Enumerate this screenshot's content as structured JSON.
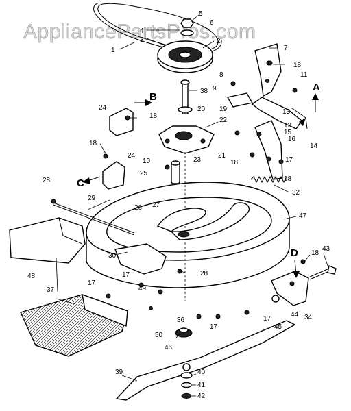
{
  "watermark": "AppliancePartsPros.com",
  "callouts": [
    "1",
    "2",
    "3",
    "4",
    "5",
    "6",
    "7",
    "8",
    "9",
    "10",
    "11",
    "12",
    "13",
    "14",
    "15",
    "16",
    "17",
    "18",
    "19",
    "20",
    "21",
    "22",
    "23",
    "24",
    "25",
    "26",
    "27",
    "28",
    "29",
    "30",
    "32",
    "34",
    "36",
    "37",
    "38",
    "39",
    "40",
    "41",
    "42",
    "43",
    "44",
    "45",
    "46",
    "47",
    "48",
    "49",
    "50"
  ],
  "view_letters": [
    "A",
    "B",
    "C",
    "D"
  ]
}
